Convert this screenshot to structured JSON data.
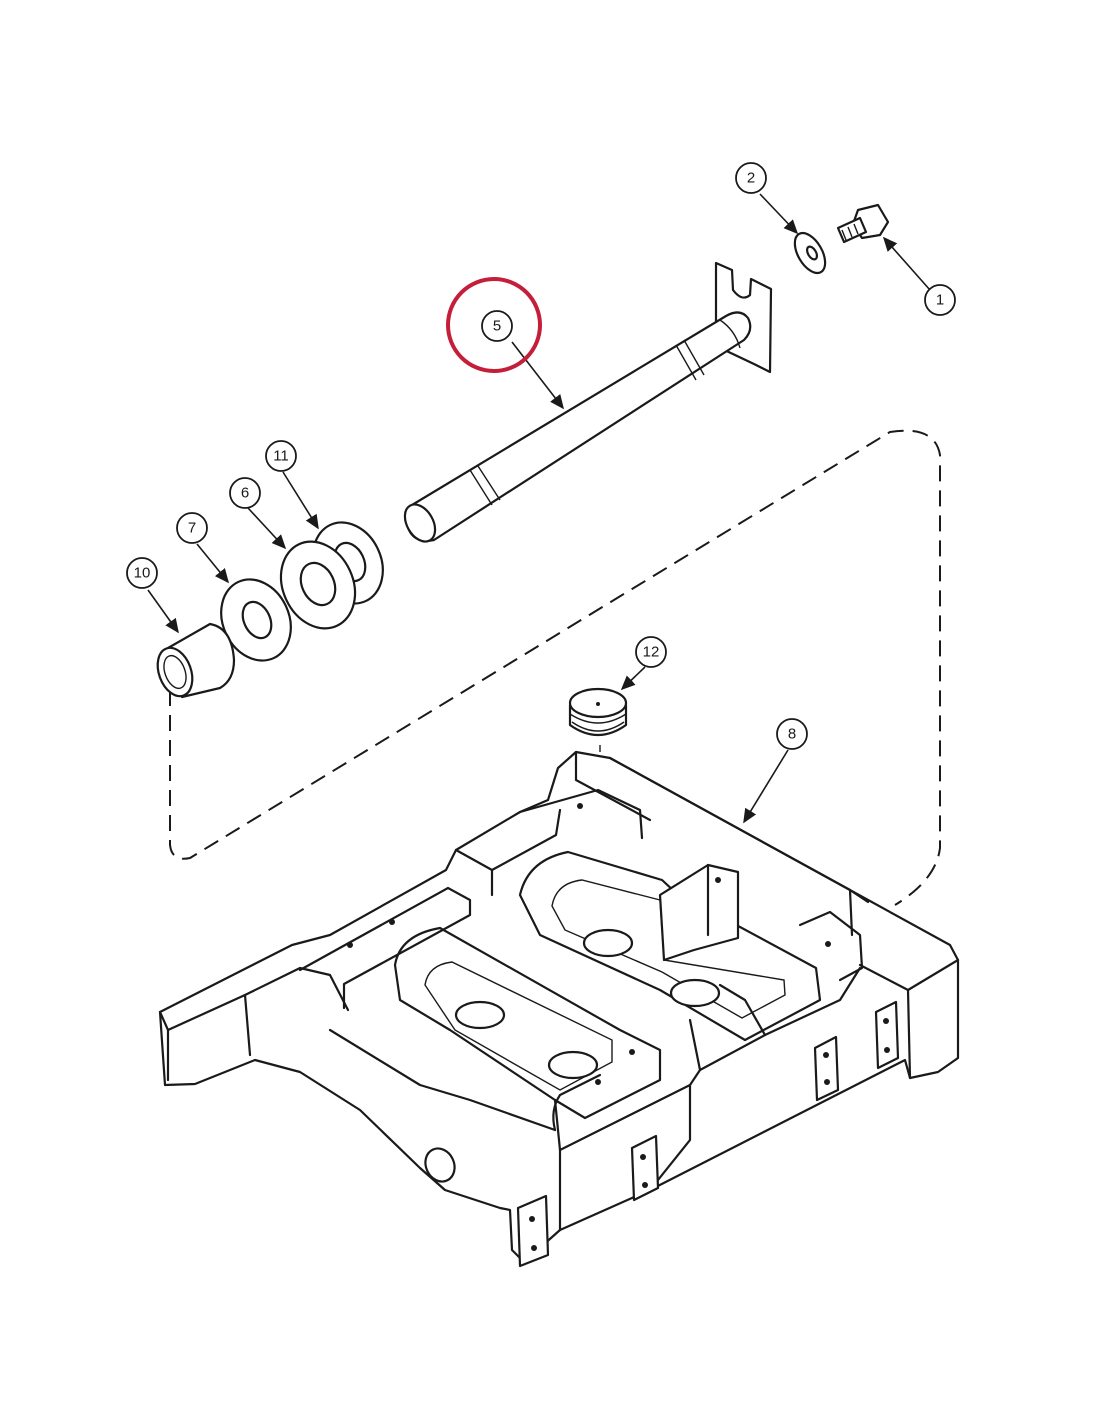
{
  "highlight_color": "#c41e3a",
  "callouts": {
    "c1": "1",
    "c2": "2",
    "c5": "5",
    "c6": "6",
    "c7": "7",
    "c8": "8",
    "c10": "10",
    "c11": "11",
    "c12": "12"
  },
  "highlighted_callout": "5"
}
